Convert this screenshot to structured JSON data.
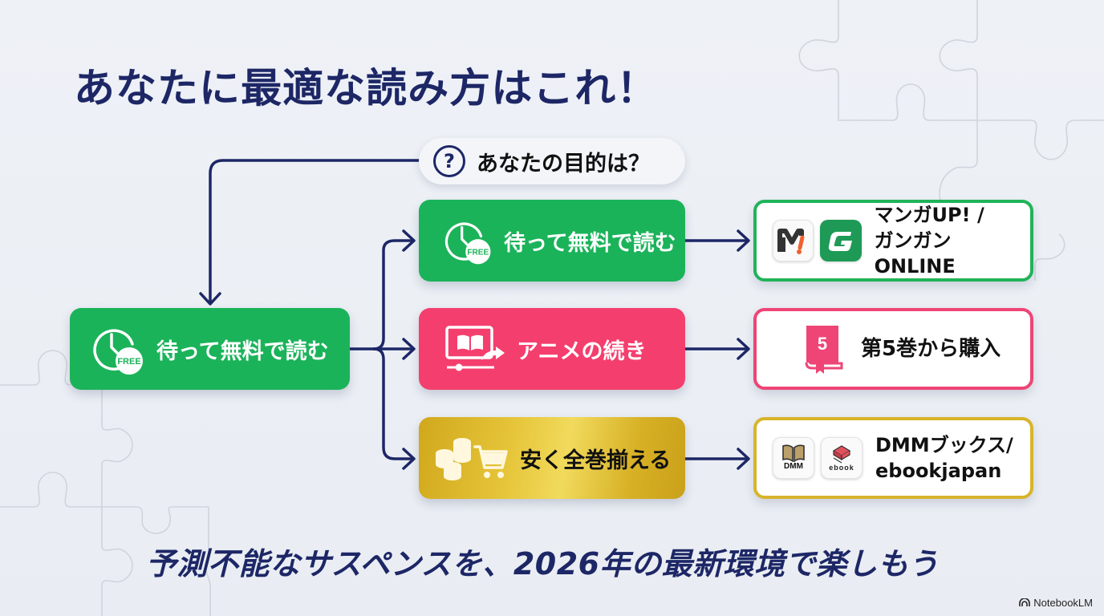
{
  "title": "あなたに最適な読み方はこれ！",
  "question": {
    "icon": "question-circle-icon",
    "text": "あなたの目的は？"
  },
  "start_node": {
    "icon": "clock-free-icon",
    "icon_badge": "FREE",
    "label": "待って無料で読む",
    "color": "#1bb35a"
  },
  "branches": [
    {
      "icon": "clock-free-icon",
      "icon_badge": "FREE",
      "label": "待って無料で読む",
      "color": "#1bb35a",
      "result": {
        "icons": [
          "manga-up-app-icon",
          "gangan-online-app-icon"
        ],
        "icon_texts": [
          "M!",
          "G"
        ],
        "line1": "マンガUP! /",
        "line2": "ガンガンONLINE",
        "border_color": "#21b35a"
      }
    },
    {
      "icon": "screen-book-share-icon",
      "label": "アニメの続き",
      "color": "#f43f6e",
      "result": {
        "icons": [
          "book-volume-5-icon"
        ],
        "icon_texts": [
          "5"
        ],
        "line1": "第5巻から購入",
        "border_color": "#ee4576"
      }
    },
    {
      "icon": "coins-cart-icon",
      "label": "安く全巻揃える",
      "color": "#d6b027",
      "result": {
        "icons": [
          "dmm-books-app-icon",
          "ebookjapan-app-icon"
        ],
        "icon_texts": [
          "DMM",
          "ebook"
        ],
        "line1": "DMMブックス/",
        "line2": "ebookjapan",
        "border_color": "#d8b42a"
      }
    }
  ],
  "footer": {
    "tagline": "予測不能なサスペンスを、2026年の最新環境で楽しもう",
    "brand": "NotebookLM"
  },
  "colors": {
    "navy": "#1d2766",
    "green": "#1bb35a",
    "pink": "#f43f6e",
    "gold": "#d6b027",
    "background": "#eceff4"
  }
}
